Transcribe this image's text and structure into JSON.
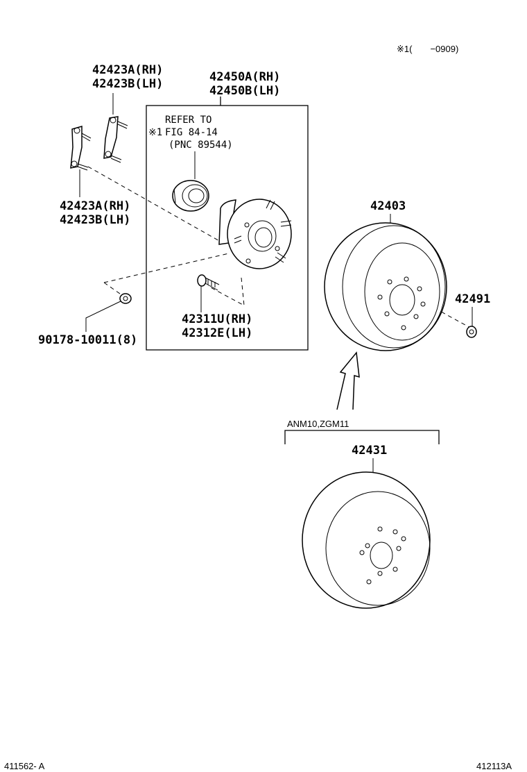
{
  "header_note": "※1(　　−0909)",
  "hub_box": {
    "refer_line1": "REFER TO",
    "refer_mark": "※1",
    "refer_line2": "FIG 84-14",
    "refer_line3": "(PNC 89544)"
  },
  "parts": {
    "p42423_top_rh": "42423A(RH)",
    "p42423_top_lh": "42423B(LH)",
    "p42450_rh": "42450A(RH)",
    "p42450_lh": "42450B(LH)",
    "p42423_mid_rh": "42423A(RH)",
    "p42423_mid_lh": "42423B(LH)",
    "p42311_rh": "42311U(RH)",
    "p42312_lh": "42312E(LH)",
    "p90178": "90178-10011(8)",
    "p42403": "42403",
    "p42491": "42491",
    "p42431": "42431"
  },
  "model_bracket_label": "ANM10,ZGM11",
  "footer": {
    "left_code": "411562- A",
    "right_code": "412113A"
  }
}
